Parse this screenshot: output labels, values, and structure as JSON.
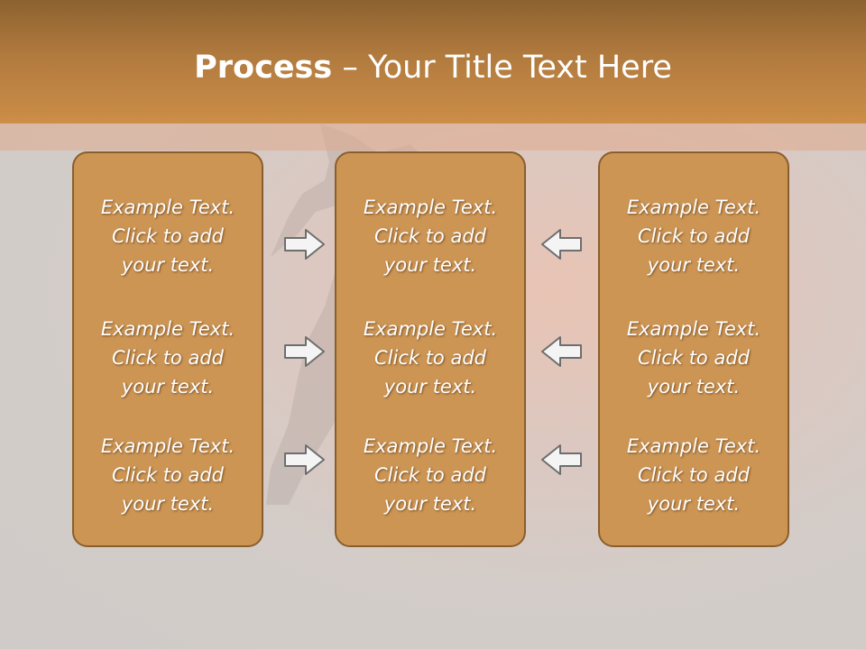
{
  "title": {
    "bold": "Process",
    "rest": " – Your Title Text Here"
  },
  "columns": [
    {
      "items": [
        "Example Text.\nClick  to add\nyour text.",
        "Example Text.\nClick  to add\nyour text.",
        "Example Text.\nClick  to add\nyour text."
      ]
    },
    {
      "items": [
        "Example Text.\nClick  to add\nyour text.",
        "Example Text.\nClick  to add\nyour text.",
        "Example Text.\nClick  to add\nyour text."
      ]
    },
    {
      "items": [
        "Example Text.\nClick  to add\nyour text.",
        "Example Text.\nClick  to add\nyour text.",
        "Example Text.\nClick  to add\nyour text."
      ]
    }
  ],
  "arrows": {
    "left_group": "right-arrow-icon",
    "right_group": "left-arrow-icon"
  },
  "colors": {
    "header": "#b17a3e",
    "panel": "#cc9554",
    "panel_border": "#8a5e2c",
    "text": "#ffffff"
  }
}
